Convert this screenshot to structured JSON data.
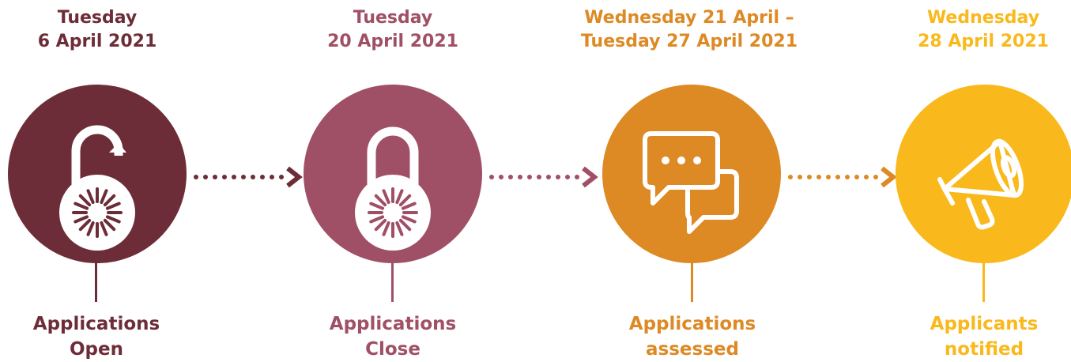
{
  "colors": {
    "step1": "#6d2d38",
    "step2": "#a05066",
    "step3": "#dd8a25",
    "step4": "#f9b91d"
  },
  "steps": [
    {
      "date_line1": "Tuesday",
      "date_line2": "6 April 2021",
      "label_line1": "Applications",
      "label_line2": "Open",
      "icon": "unlocked-padlock-icon"
    },
    {
      "date_line1": "Tuesday",
      "date_line2": "20 April 2021",
      "label_line1": "Applications",
      "label_line2": "Close",
      "icon": "locked-padlock-icon"
    },
    {
      "date_line1": "Wednesday 21 April –",
      "date_line2": "Tuesday 27 April 2021",
      "label_line1": "Applications",
      "label_line2": "assessed",
      "icon": "chat-bubbles-icon"
    },
    {
      "date_line1": "Wednesday",
      "date_line2": "28 April 2021",
      "label_line1": "Applicants",
      "label_line2": "notified",
      "icon": "megaphone-icon"
    }
  ]
}
